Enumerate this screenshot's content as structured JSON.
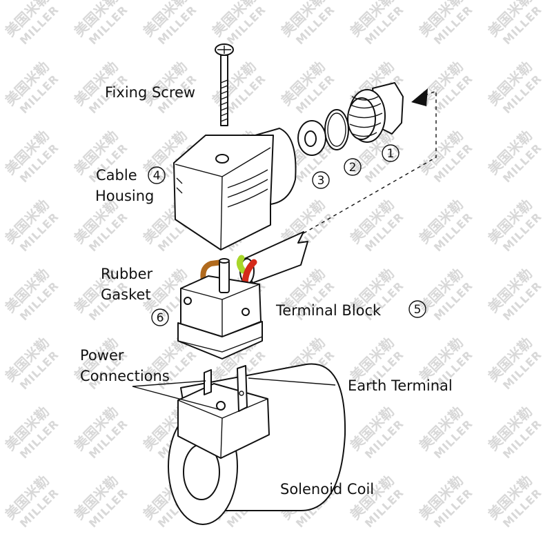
{
  "watermark": {
    "cn": "美国米勒",
    "en": "MILLER"
  },
  "labels": {
    "fixing_screw": "Fixing Screw",
    "cable_housing_line1": "Cable",
    "cable_housing_line2": "Housing",
    "rubber_gasket_line1": "Rubber",
    "rubber_gasket_line2": "Gasket",
    "terminal_block": "Terminal Block",
    "power_connections_line1": "Power",
    "power_connections_line2": "Connections",
    "earth_terminal": "Earth Terminal",
    "solenoid_coil": "Solenoid Coil"
  },
  "callouts": {
    "n1": "1",
    "n2": "2",
    "n3": "3",
    "n4": "4",
    "n5": "5",
    "n6": "6"
  },
  "colors": {
    "line": "#111111",
    "wire_brown": "#b06a1e",
    "wire_red": "#d42a1a",
    "wire_green_yellow": "#a8d62a",
    "watermark": "#d8d8d8"
  }
}
